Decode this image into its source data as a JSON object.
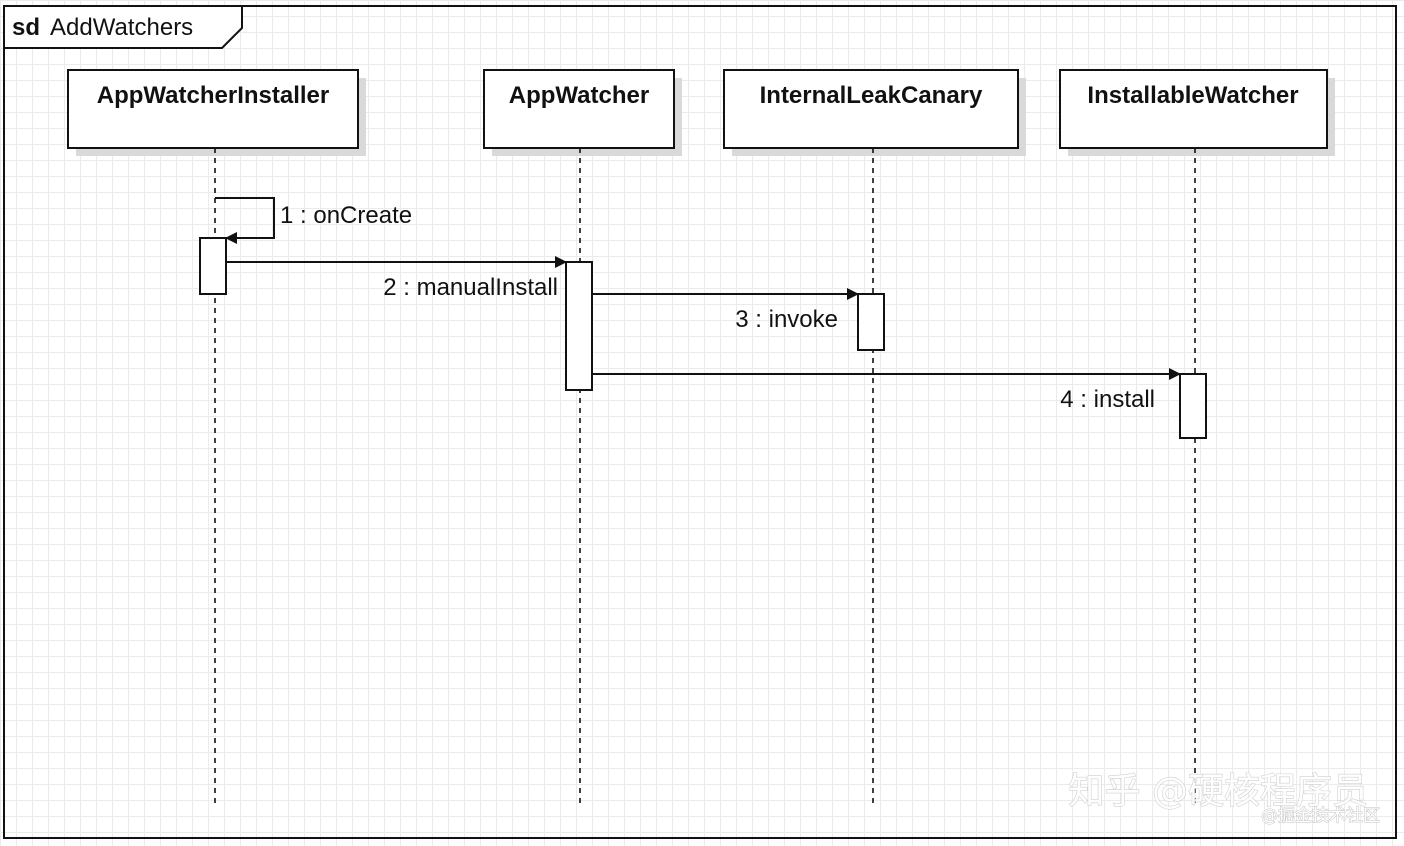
{
  "frame": {
    "keyword": "sd",
    "name": "AddWatchers"
  },
  "participants": [
    {
      "name": "AppWatcherInstaller"
    },
    {
      "name": "AppWatcher"
    },
    {
      "name": "InternalLeakCanary"
    },
    {
      "name": "InstallableWatcher"
    }
  ],
  "messages": [
    {
      "label": "1 : onCreate",
      "from": "AppWatcherInstaller",
      "to": "AppWatcherInstaller"
    },
    {
      "label": "2 : manualInstall",
      "from": "AppWatcherInstaller",
      "to": "AppWatcher"
    },
    {
      "label": "3 : invoke",
      "from": "AppWatcher",
      "to": "InternalLeakCanary"
    },
    {
      "label": "4 : install",
      "from": "AppWatcher",
      "to": "InstallableWatcher"
    }
  ],
  "watermark": {
    "main": "知乎 @硬核程序员",
    "sub": "@掘金技术社区"
  },
  "colors": {
    "line": "#111111",
    "box_fill": "#ffffff",
    "shadow": "#d9d9d9",
    "grid": "#ebebeb"
  }
}
